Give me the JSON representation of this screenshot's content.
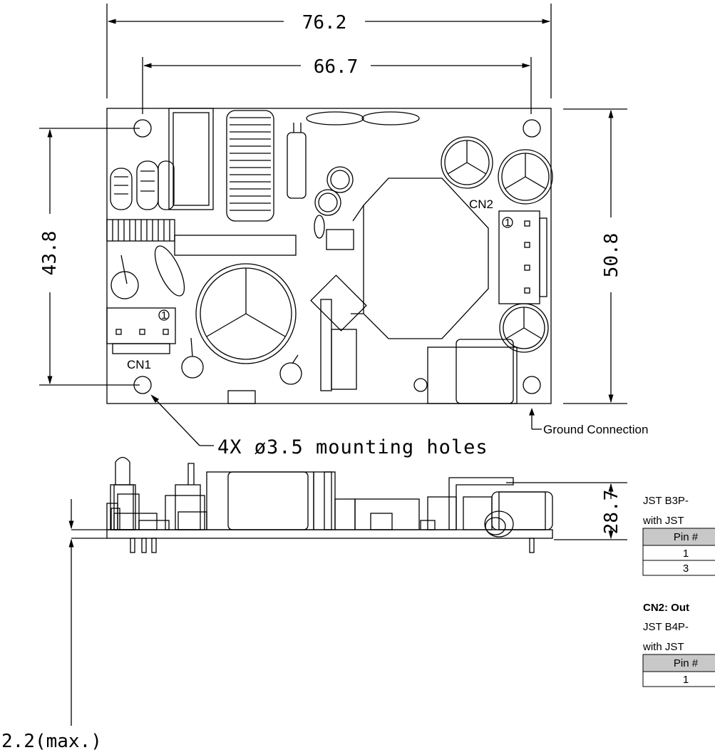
{
  "top_view": {
    "dim_width_overall": "76.2",
    "dim_width_holes": "66.7",
    "dim_height_holes": "43.8",
    "dim_height_overall": "50.8",
    "cn1_label": "CN1",
    "cn2_label": "CN2",
    "pin1_mark": "1",
    "mounting_holes": "4X ø3.5 mounting holes",
    "ground_connection": "Ground Connection"
  },
  "side_view": {
    "dim_height": "28.7",
    "dim_pin_length": "2.2(max.)"
  },
  "connectors": {
    "cn1_line1": "JST B3P-",
    "cn1_line2": "with JST",
    "cn1_header": "Pin #",
    "cn1_rows": [
      "1",
      "3"
    ],
    "cn2_title": "CN2: Out",
    "cn2_line1": "JST B4P-",
    "cn2_line2": "with JST",
    "cn2_header": "Pin #",
    "cn2_rows": [
      "1"
    ]
  }
}
